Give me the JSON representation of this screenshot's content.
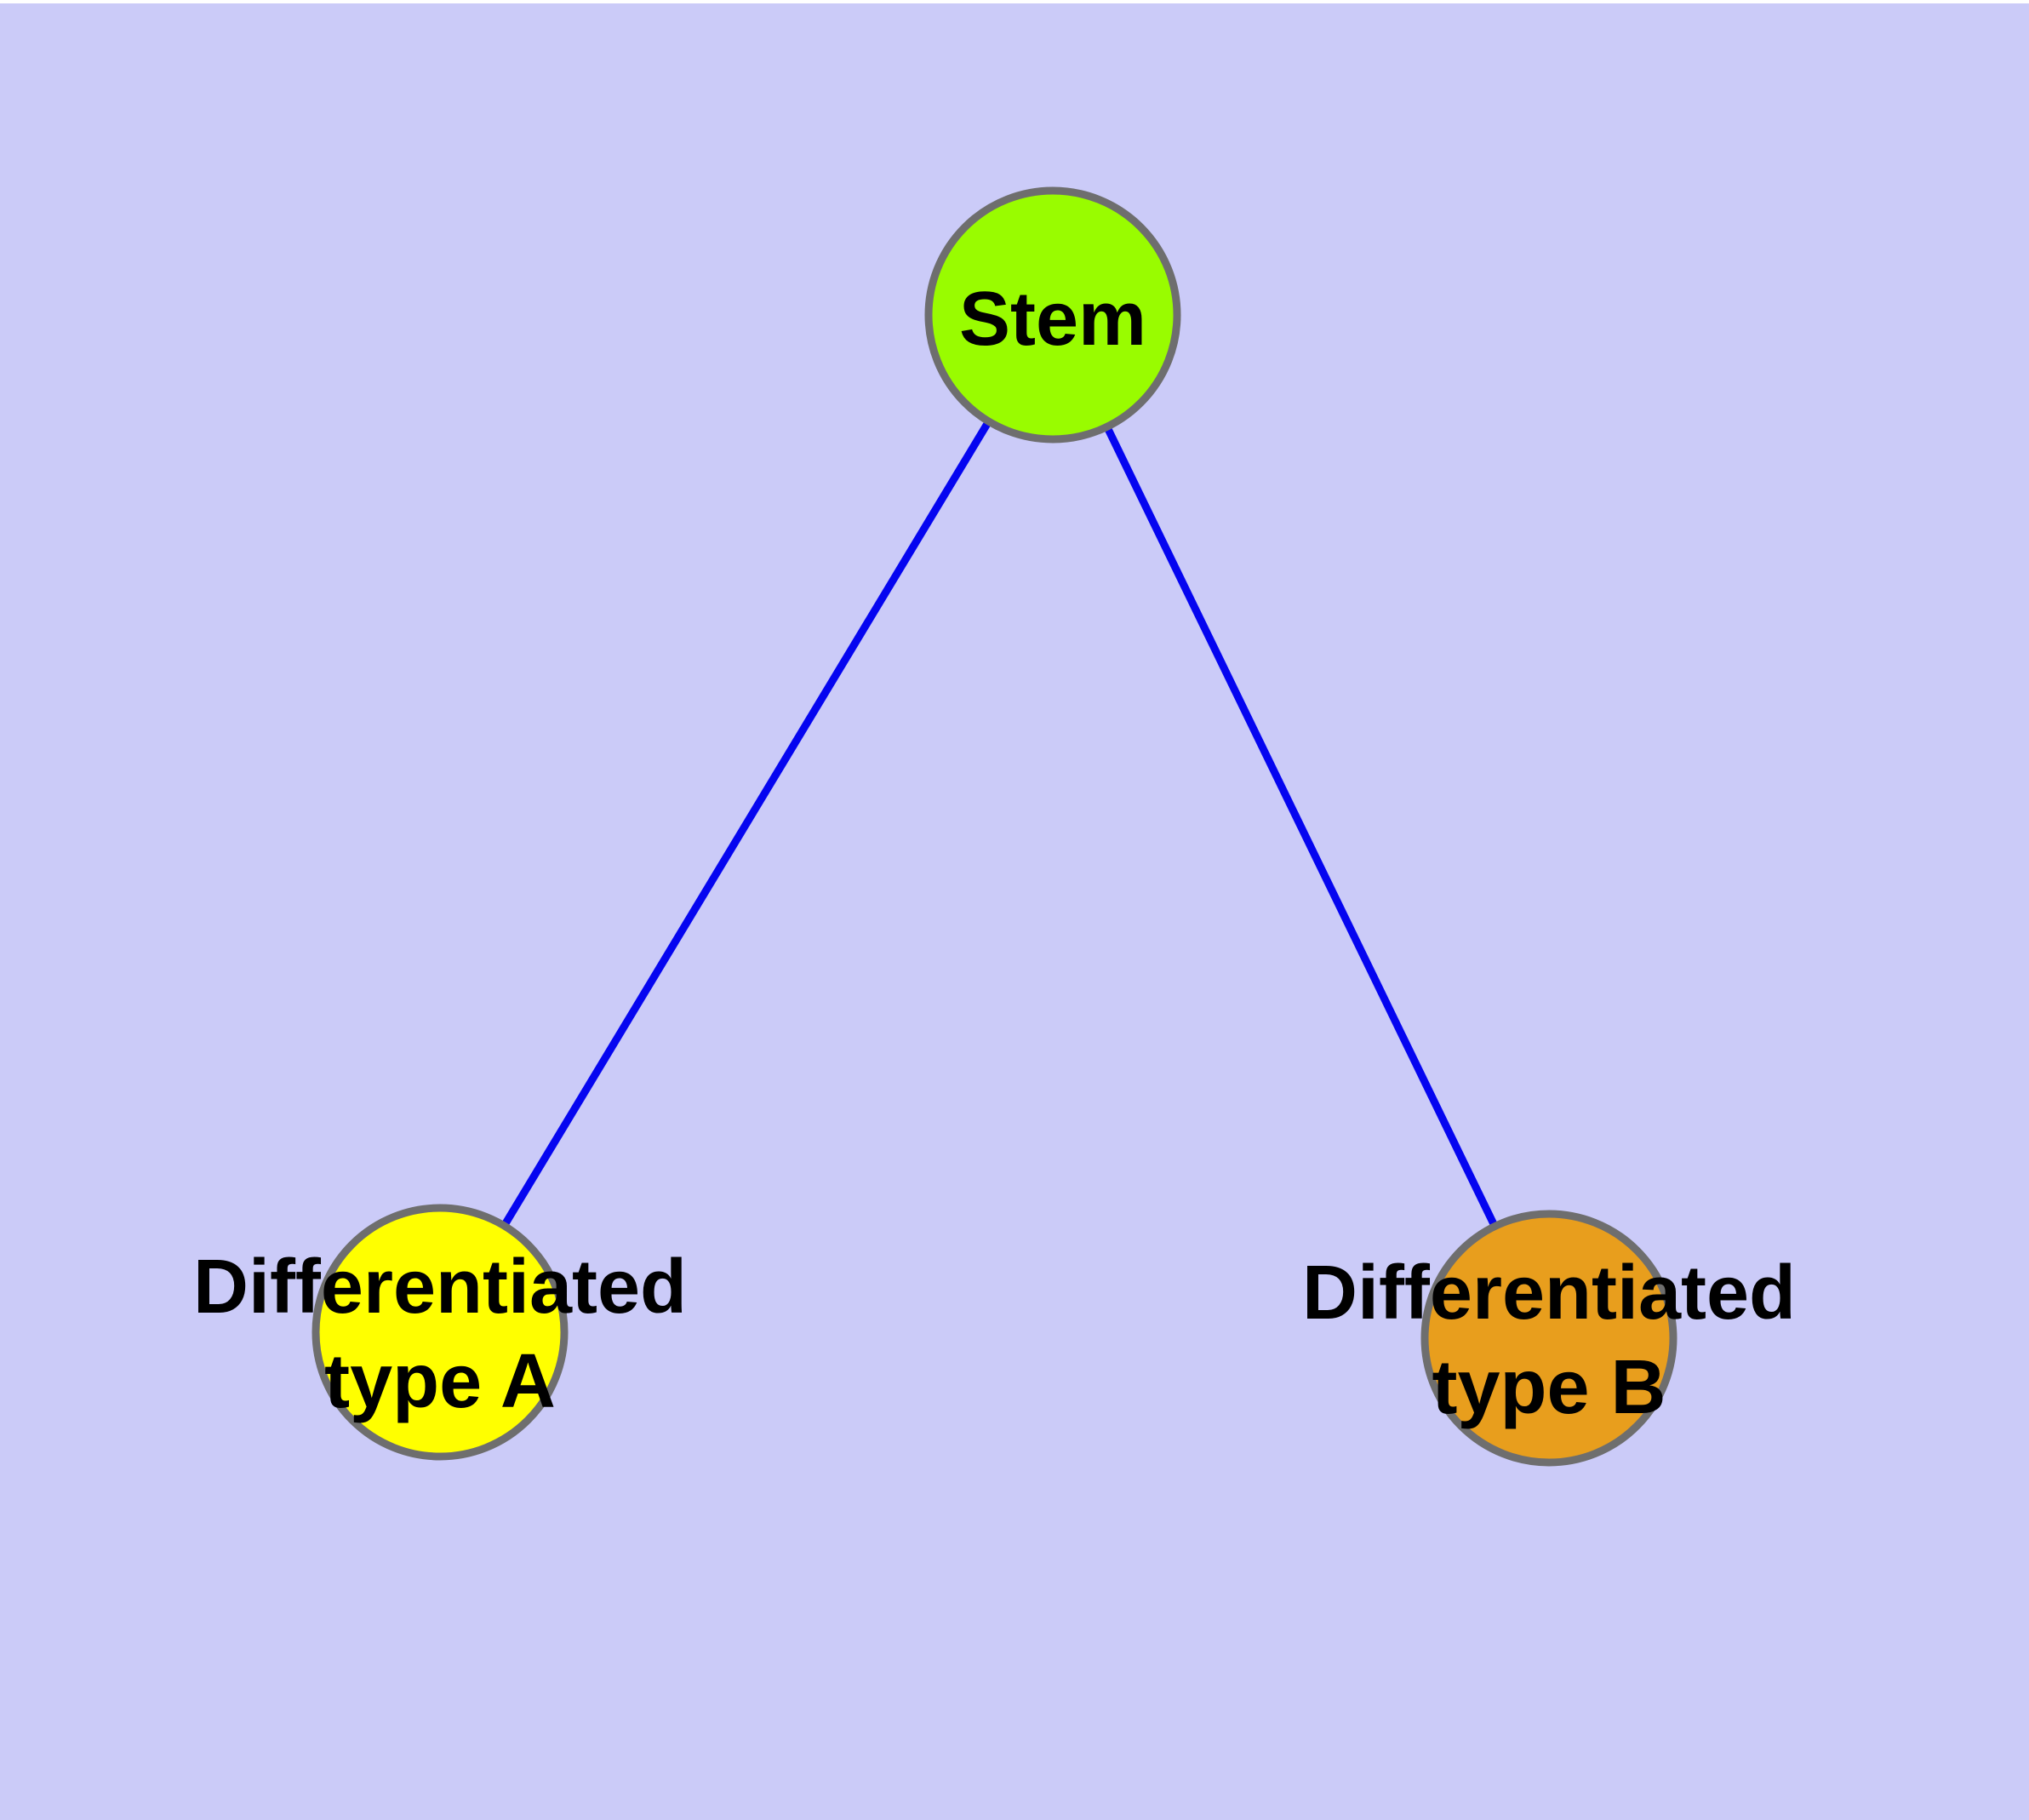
{
  "canvas": {
    "background_color": "#CBCBF8",
    "top_margin_color": "#FFFFFF",
    "edge_color": "#0505F0",
    "node_border_color": "#6E6E6E",
    "label_color": "#000000"
  },
  "diagram": {
    "type": "graph",
    "description": "Cell differentiation tree: one stem node connected to two differentiated cell type nodes",
    "nodes": [
      {
        "id": "stem",
        "label": "Stem",
        "line1": "Stem",
        "color": "#99FC00"
      },
      {
        "id": "differentiated-type-a",
        "label": "Differentiated type A",
        "line1": "Differentiated",
        "line2": "type A",
        "color": "#FFFF00"
      },
      {
        "id": "differentiated-type-b",
        "label": "Differentiated type B",
        "line1": "Differentiated",
        "line2": "type B",
        "color": "#E89E1D"
      }
    ],
    "edges": [
      {
        "from": "stem",
        "to": "differentiated-type-a"
      },
      {
        "from": "stem",
        "to": "differentiated-type-b"
      }
    ]
  }
}
